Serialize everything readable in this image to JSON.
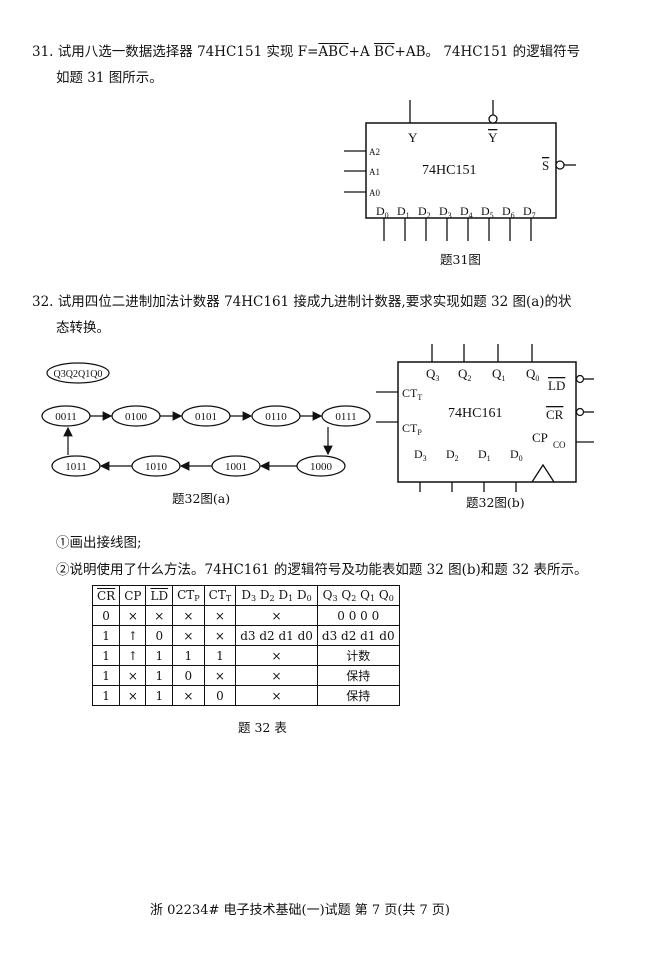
{
  "q31": {
    "number": "31.",
    "text_before": "试用八选一数据选择器 74HC151 实现 F=",
    "f_t1": "A",
    "f_t2": "B",
    "f_t3": "C",
    "f_plus1": "+A ",
    "f_t4": "B",
    "f_t5": "C",
    "f_plus2": "+AB。",
    "text_after": "74HC151 的逻辑符号",
    "line2": "如题 31 图所示。",
    "chip": {
      "name": "74HC151",
      "out_y": "Y",
      "out_ybar": "Y",
      "enable": "S",
      "addr": [
        "A2",
        "A1",
        "A0"
      ],
      "data": [
        "D0",
        "D1",
        "D2",
        "D3",
        "D4",
        "D5",
        "D6",
        "D7"
      ]
    },
    "caption": "题31图"
  },
  "q32": {
    "number": "32.",
    "line1": "试用四位二进制加法计数器 74HC161 接成九进制计数器,要求实现如题 32 图(a)的状",
    "line2": "态转换。",
    "state_label": "Q3Q2Q1Q0",
    "states_top": [
      "0011",
      "0100",
      "0101",
      "0110",
      "0111"
    ],
    "states_bottom": [
      "1011",
      "1010",
      "1001",
      "1000"
    ],
    "caption_a": "题32图(a)",
    "chip": {
      "name": "74HC161",
      "outputs": [
        "Q3",
        "Q2",
        "Q1",
        "Q0"
      ],
      "inputs": [
        "D3",
        "D2",
        "D1",
        "D0"
      ],
      "ctt": "CT",
      "ctp": "CT",
      "ld": "LD",
      "cr": "CR",
      "cp": "CP",
      "co": "CO"
    },
    "caption_b": "题32图(b)",
    "sub1": "①画出接线图;",
    "sub2": "②说明使用了什么方法。74HC161 的逻辑符号及功能表如题 32 图(b)和题 32 表所示。",
    "table": {
      "headers": [
        "CR",
        "CP",
        "LD",
        "CTP",
        "CTT",
        "D3 D2 D1 D0",
        "Q3 Q2 Q1 Q0"
      ],
      "rows": [
        [
          "0",
          "×",
          "×",
          "×",
          "×",
          "×",
          "0 0 0 0"
        ],
        [
          "1",
          "↑",
          "0",
          "×",
          "×",
          "d3 d2 d1 d0",
          "d3 d2 d1 d0"
        ],
        [
          "1",
          "↑",
          "1",
          "1",
          "1",
          "×",
          "计数"
        ],
        [
          "1",
          "×",
          "1",
          "0",
          "×",
          "×",
          "保持"
        ],
        [
          "1",
          "×",
          "1",
          "×",
          "0",
          "×",
          "保持"
        ]
      ]
    },
    "table_caption": "题 32 表"
  },
  "footer": "浙 02234# 电子技术基础(一)试题 第 7 页(共 7 页)"
}
